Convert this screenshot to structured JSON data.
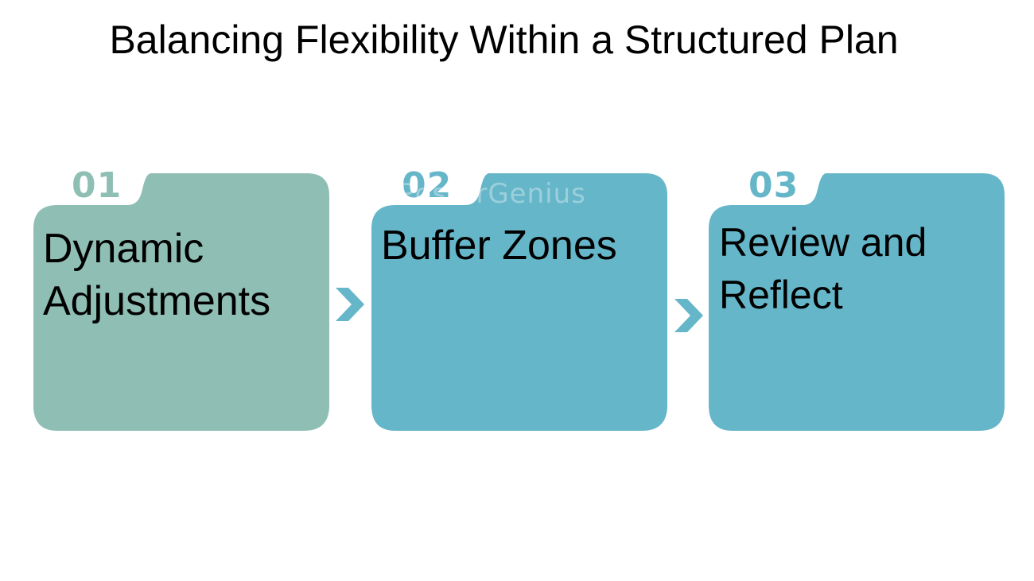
{
  "title": "Balancing Flexibility Within a Structured Plan",
  "colors": {
    "sage": "#8fbfb4",
    "teal": "#66b6c9",
    "background": "#ffffff"
  },
  "steps": [
    {
      "number": "01",
      "label": "Dynamic Adjustments",
      "color": "#8fbfb4"
    },
    {
      "number": "02",
      "label": "Buffer Zones",
      "color": "#66b6c9"
    },
    {
      "number": "03",
      "label": "Review and Reflect",
      "color": "#66b6c9"
    }
  ],
  "watermark": "PosterGenius"
}
